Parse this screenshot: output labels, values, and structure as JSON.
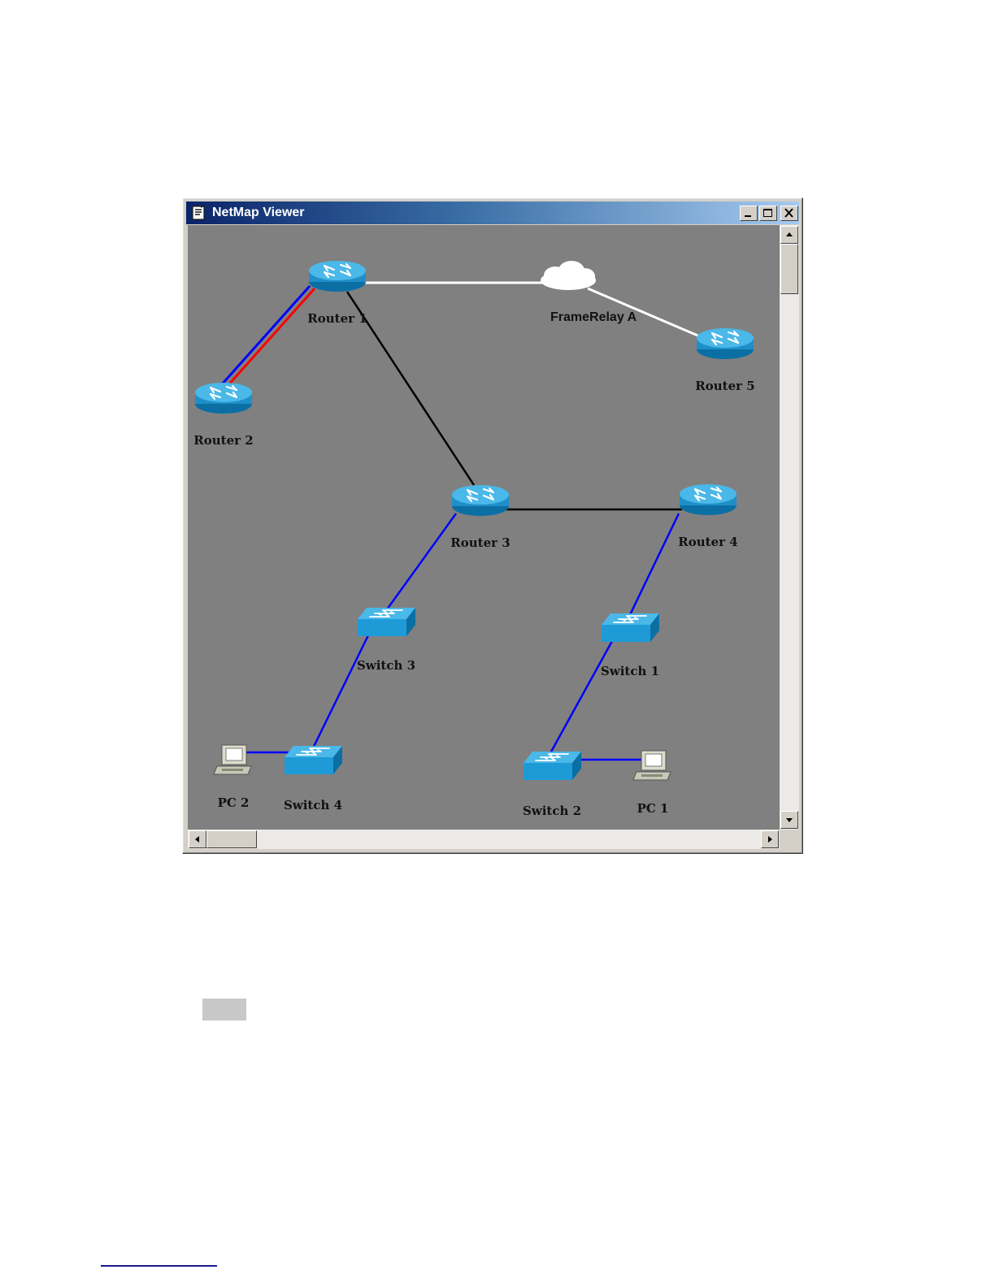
{
  "window": {
    "title": "NetMap Viewer",
    "icon": "netmap-app-icon",
    "controls": [
      "minimize-icon",
      "maximize-icon",
      "close-icon"
    ]
  },
  "network": {
    "nodes": {
      "router1": {
        "label": "Router 1",
        "type": "router"
      },
      "router2": {
        "label": "Router 2",
        "type": "router"
      },
      "router3": {
        "label": "Router 3",
        "type": "router"
      },
      "router4": {
        "label": "Router 4",
        "type": "router"
      },
      "router5": {
        "label": "Router 5",
        "type": "router"
      },
      "frame_relay": {
        "label": "FrameRelay A",
        "type": "cloud"
      },
      "switch1": {
        "label": "Switch 1",
        "type": "switch"
      },
      "switch2": {
        "label": "Switch 2",
        "type": "switch"
      },
      "switch3": {
        "label": "Switch 3",
        "type": "switch"
      },
      "switch4": {
        "label": "Switch 4",
        "type": "switch"
      },
      "pc1": {
        "label": "PC 1",
        "type": "pc"
      },
      "pc2": {
        "label": "PC 2",
        "type": "pc"
      }
    },
    "links": [
      {
        "from": "router1",
        "to": "frame_relay",
        "color": "#ffffff"
      },
      {
        "from": "frame_relay",
        "to": "router5",
        "color": "#ffffff"
      },
      {
        "from": "router1",
        "to": "router2",
        "color": "#0000ff",
        "highlight": "#ff0000"
      },
      {
        "from": "router1",
        "to": "router3",
        "color": "#000000"
      },
      {
        "from": "router3",
        "to": "router4",
        "color": "#000000"
      },
      {
        "from": "router3",
        "to": "switch3",
        "color": "#0000ff"
      },
      {
        "from": "switch3",
        "to": "switch4",
        "color": "#0000ff"
      },
      {
        "from": "switch4",
        "to": "pc2",
        "color": "#0000ff"
      },
      {
        "from": "router4",
        "to": "switch1",
        "color": "#0000ff"
      },
      {
        "from": "switch1",
        "to": "switch2",
        "color": "#0000ff"
      },
      {
        "from": "switch2",
        "to": "pc1",
        "color": "#0000ff"
      }
    ]
  },
  "colors": {
    "canvas": "#808080",
    "device_blue": "#1e9bd7",
    "device_top": "#4ab8e8"
  }
}
